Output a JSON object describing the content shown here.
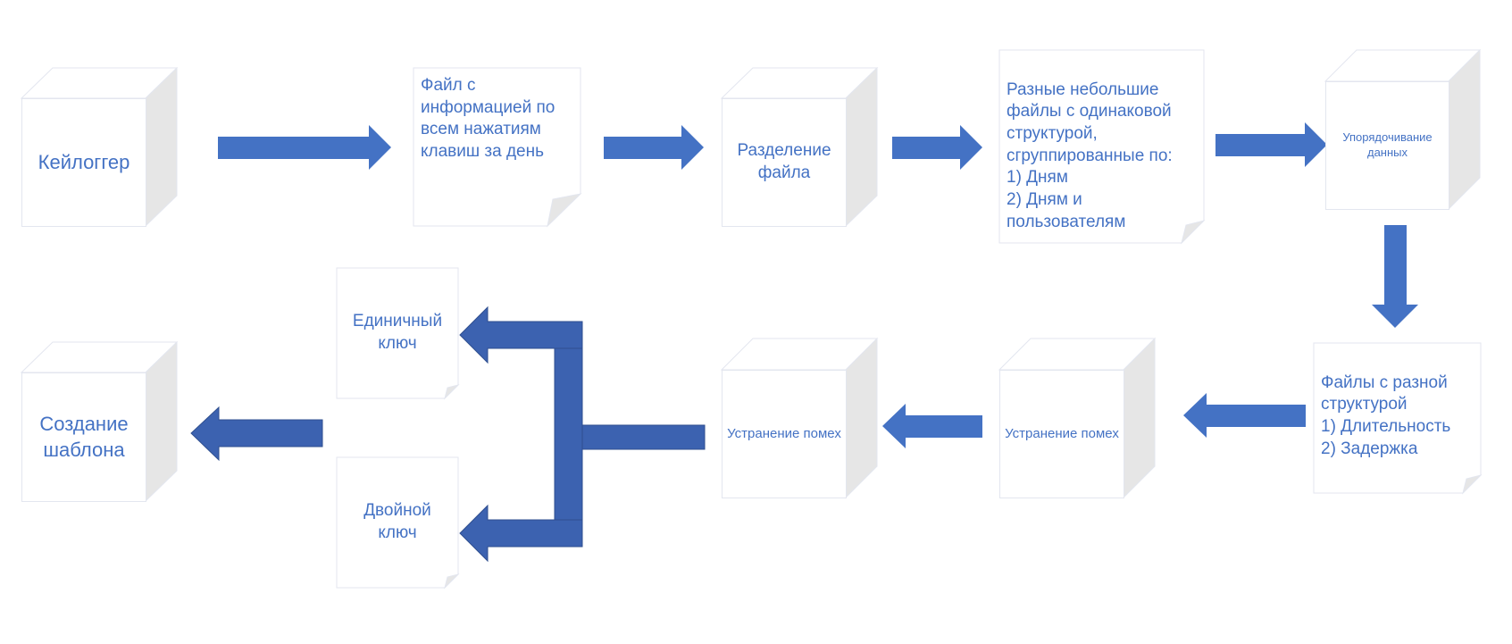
{
  "diagram": {
    "colors": {
      "arrow": "#4472c4",
      "branch_arrow": "#3c62b0",
      "text": "#4472c4",
      "side": "#e6e6e6",
      "outline": "#e3e6ef"
    },
    "nodes": {
      "keylogger": "Кейлоггер",
      "daily_file": "Файл с информацией по всем нажатиям клавиш за день",
      "file_split": "Разделение файла",
      "small_files": "Разные небольшие файлы с одинаковой структурой, сгруппированные по:\n1) Дням\n2) Дням и пользователям",
      "data_ordering": "Упорядочивание данных",
      "structure_files": "Файлы с разной структурой\n1) Длительность\n2) Задержка",
      "noise_removal_1": "Устранение помех",
      "noise_removal_2": "Устранение помех",
      "single_key": "Единичный ключ",
      "double_key": "Двойной ключ",
      "template_creation": "Создание шаблона"
    }
  }
}
